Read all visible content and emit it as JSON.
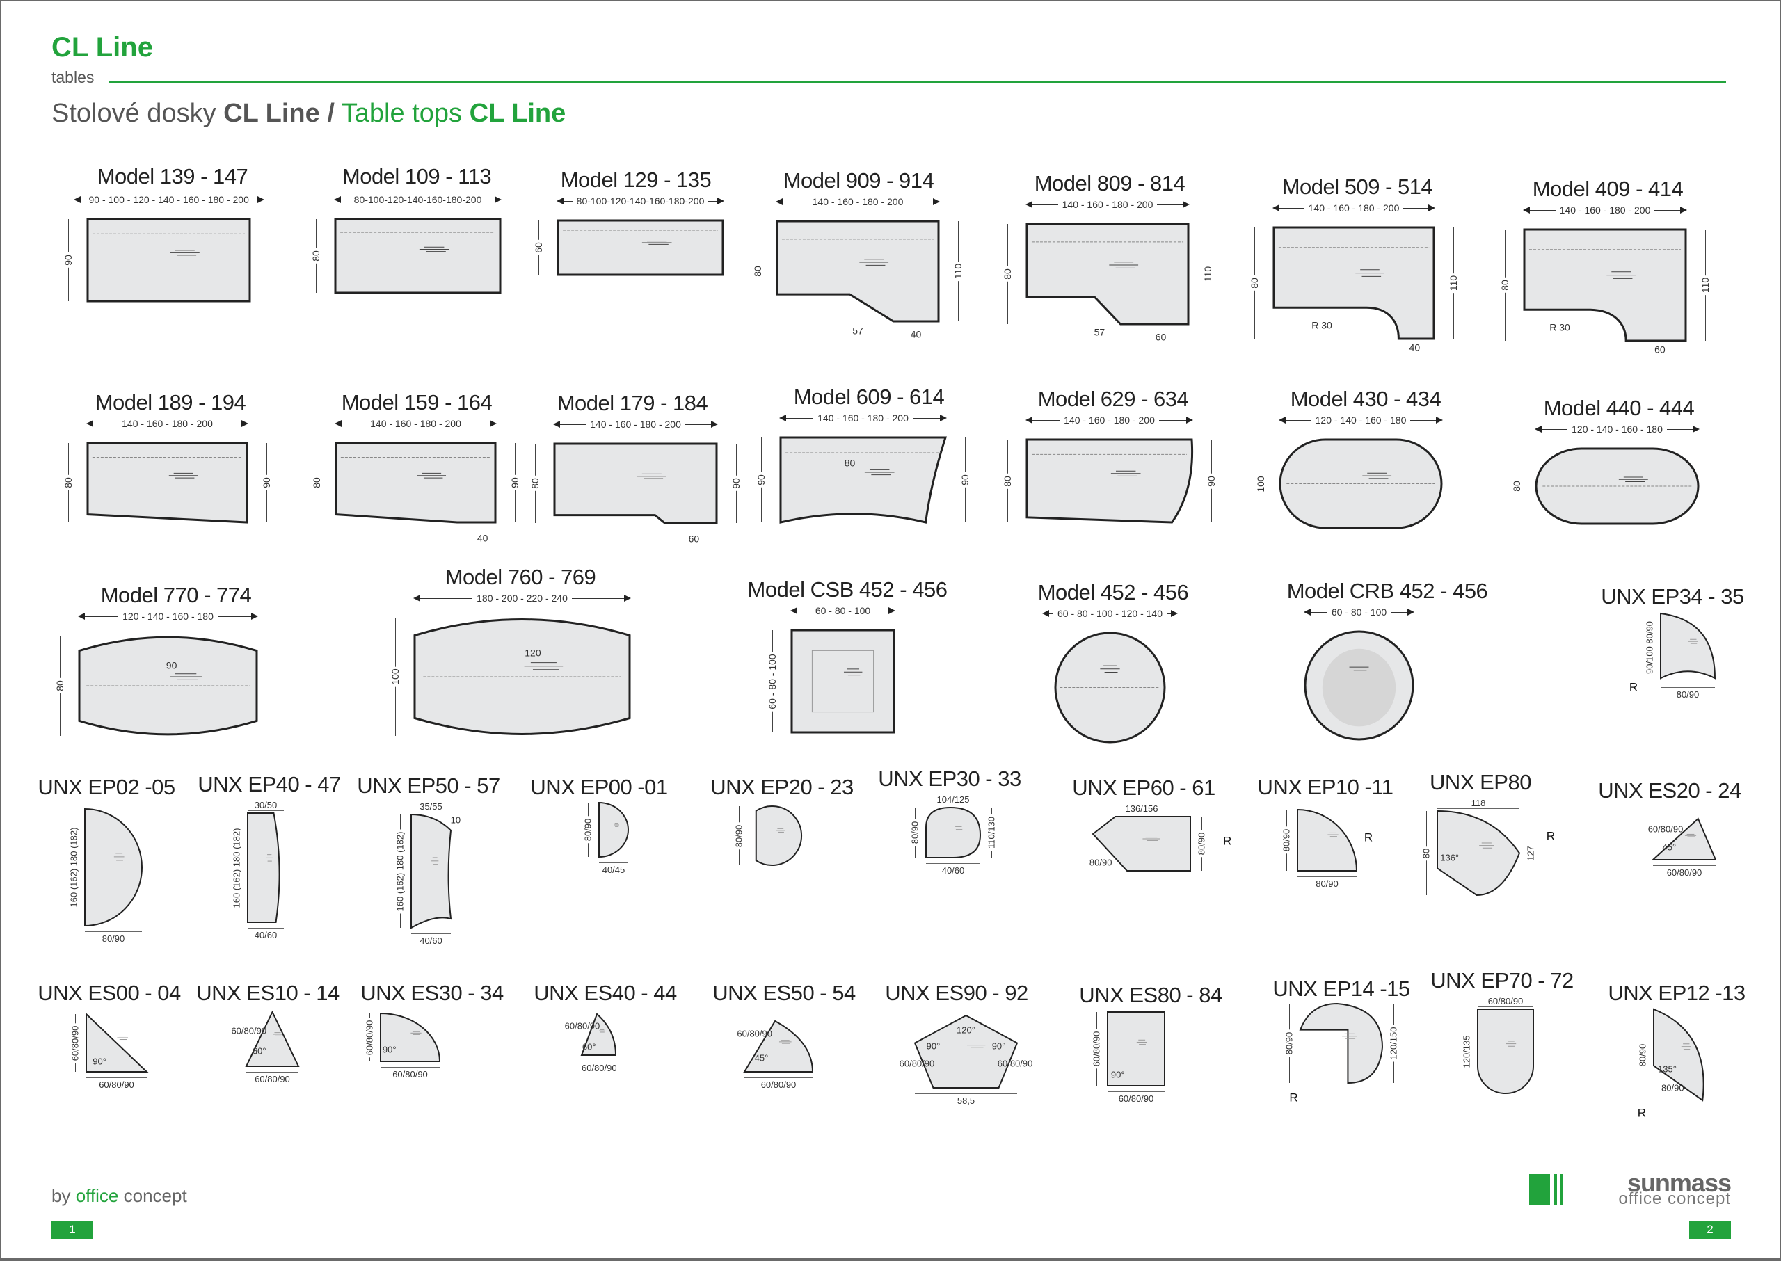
{
  "header": {
    "brand": "CL Line",
    "subtitle": "tables",
    "heading_sk": "Stolové dosky",
    "heading_sk_bold": "CL Line",
    "heading_sep": "/",
    "heading_en": "Table tops",
    "heading_en_bold": "CL Line"
  },
  "colors": {
    "accent": "#22a33c",
    "surface": "#e6e7e8",
    "outline": "#222222"
  },
  "items": [
    {
      "id": "m139",
      "title": "Model 139 - 147",
      "shape": "rect",
      "dims": {
        "top": "90 - 100 - 120 - 140 - 160 - 180 - 200",
        "left": "90"
      }
    },
    {
      "id": "m109",
      "title": "Model 109 - 113",
      "shape": "rect",
      "dims": {
        "top": "80-100-120-140-160-180-200",
        "left": "80"
      }
    },
    {
      "id": "m129",
      "title": "Model 129 - 135",
      "shape": "rect",
      "dims": {
        "top": "80-100-120-140-160-180-200",
        "left": "60"
      }
    },
    {
      "id": "m909",
      "title": "Model 909 - 914",
      "shape": "lcut",
      "dims": {
        "top": "140 - 160 - 180 - 200",
        "left": "80",
        "right": "110"
      },
      "extras": [
        "57",
        "40"
      ]
    },
    {
      "id": "m809",
      "title": "Model 809 - 814",
      "shape": "lcut2",
      "dims": {
        "top": "140 - 160 - 180 - 200",
        "left": "80",
        "right": "110"
      },
      "extras": [
        "57",
        "60"
      ]
    },
    {
      "id": "m509",
      "title": "Model 509 - 514",
      "shape": "lrad",
      "dims": {
        "top": "140 - 160 - 180 - 200",
        "left": "80",
        "right": "110"
      },
      "extras": [
        "R 30",
        "40"
      ]
    },
    {
      "id": "m409",
      "title": "Model 409 - 414",
      "shape": "lrad2",
      "dims": {
        "top": "140 - 160 - 180 - 200",
        "left": "80",
        "right": "110"
      },
      "extras": [
        "R 30",
        "60"
      ]
    },
    {
      "id": "m189",
      "title": "Model 189 - 194",
      "shape": "trap",
      "dims": {
        "top": "140 - 160 - 180 - 200",
        "left": "80",
        "right": "90"
      }
    },
    {
      "id": "m159",
      "title": "Model 159 - 164",
      "shape": "trap2",
      "dims": {
        "top": "140 - 160 - 180 - 200",
        "left": "80",
        "right": "90"
      },
      "extras": [
        "40"
      ]
    },
    {
      "id": "m179",
      "title": "Model 179 - 184",
      "shape": "trap3",
      "dims": {
        "top": "140 - 160 - 180 - 200",
        "left": "80",
        "right": "90"
      },
      "extras": [
        "60"
      ]
    },
    {
      "id": "m609",
      "title": "Model 609 - 614",
      "shape": "wave",
      "dims": {
        "top": "140 - 160 - 180 - 200",
        "left": "90",
        "right": "90"
      },
      "extras": [
        "80"
      ]
    },
    {
      "id": "m629",
      "title": "Model 629 - 634",
      "shape": "wave2",
      "dims": {
        "top": "140 - 160 - 180 - 200",
        "left": "80",
        "right": "90"
      }
    },
    {
      "id": "m430",
      "title": "Model 430 - 434",
      "shape": "pill",
      "dims": {
        "top": "120 - 140 - 160 - 180",
        "left": "100"
      }
    },
    {
      "id": "m440",
      "title": "Model 440 - 444",
      "shape": "pill",
      "dims": {
        "top": "120 - 140 - 160 - 180",
        "left": "80"
      }
    },
    {
      "id": "m770",
      "title": "Model 770 - 774",
      "shape": "barrel",
      "dims": {
        "top": "120 - 140 - 160 - 180",
        "left": "80"
      },
      "extras": [
        "90"
      ]
    },
    {
      "id": "m760",
      "title": "Model 760 - 769",
      "shape": "barrel",
      "dims": {
        "top": "180 - 200 - 220 - 240",
        "left": "100"
      },
      "extras": [
        "120"
      ]
    },
    {
      "id": "mcsb",
      "title": "Model CSB 452 - 456",
      "shape": "square",
      "dims": {
        "top": "60 - 80 - 100",
        "left": "60 - 80 - 100"
      }
    },
    {
      "id": "m452",
      "title": "Model 452 - 456",
      "shape": "circle",
      "dims": {
        "top": "60 - 80 - 100 - 120 - 140"
      }
    },
    {
      "id": "mcrb",
      "title": "Model CRB 452 - 456",
      "shape": "circle2",
      "dims": {
        "top": "60 - 80 - 100"
      }
    },
    {
      "id": "uep34",
      "title": "UNX EP34 - 35",
      "shape": "quarter2",
      "dims": {
        "left": "90/100 80/90",
        "bottom": "80/90"
      },
      "extras": [
        "R"
      ]
    },
    {
      "id": "uep02",
      "title": "UNX EP02 -05",
      "shape": "half",
      "dims": {
        "left": "160 (162) 180 (182)",
        "bottom": "80/90"
      }
    },
    {
      "id": "uep40",
      "title": "UNX EP40 - 47",
      "shape": "bulge",
      "dims": {
        "top": "30/50",
        "left": "160 (162) 180 (182)",
        "bottom": "40/60"
      }
    },
    {
      "id": "uep50",
      "title": "UNX EP50 - 57",
      "shape": "concave",
      "dims": {
        "top": "35/55",
        "left": "160 (162) 180 (182)",
        "bottom": "40/60"
      },
      "extras": [
        "10"
      ]
    },
    {
      "id": "uep00",
      "title": "UNX EP00 -01",
      "shape": "half",
      "dims": {
        "left": "80/90",
        "bottom": "40/45"
      }
    },
    {
      "id": "uep20",
      "title": "UNX EP20 - 23",
      "shape": "dcircle",
      "dims": {
        "left": "80/90"
      }
    },
    {
      "id": "uep30",
      "title": "UNX EP30 - 33",
      "shape": "drop",
      "dims": {
        "top": "104/125",
        "left": "80/90",
        "right": "110/130",
        "bottom": "40/60"
      }
    },
    {
      "id": "uep60",
      "title": "UNX EP60 - 61",
      "shape": "hexcut",
      "dims": {
        "top": "136/156",
        "right": "80/90"
      },
      "extras": [
        "80/90",
        "R"
      ]
    },
    {
      "id": "uep10",
      "title": "UNX EP10 -11",
      "shape": "quarter",
      "dims": {
        "left": "80/90",
        "bottom": "80/90"
      },
      "extras": [
        "R"
      ]
    },
    {
      "id": "uep80",
      "title": "UNX EP80",
      "shape": "fan",
      "dims": {
        "top": "118",
        "left": "80",
        "right": "127"
      },
      "extras": [
        "R",
        "136°"
      ]
    },
    {
      "id": "ues20",
      "title": "UNX ES20 - 24",
      "shape": "tri45",
      "dims": {
        "bottom": "60/80/90"
      },
      "extras": [
        "60/80/90",
        "45°"
      ]
    },
    {
      "id": "ues00",
      "title": "UNX ES00 - 04",
      "shape": "tri90",
      "dims": {
        "left": "60/80/90",
        "bottom": "60/80/90"
      },
      "extras": [
        "90°"
      ]
    },
    {
      "id": "ues10",
      "title": "UNX ES10 - 14",
      "shape": "tri60",
      "dims": {
        "bottom": "60/80/90"
      },
      "extras": [
        "60/80/90",
        "60°"
      ]
    },
    {
      "id": "ues30",
      "title": "UNX ES30 - 34",
      "shape": "quarter",
      "dims": {
        "left": "60/80/90",
        "bottom": "60/80/90"
      },
      "extras": [
        "90°"
      ]
    },
    {
      "id": "ues40",
      "title": "UNX ES40 - 44",
      "shape": "sector",
      "dims": {
        "bottom": "60/80/90"
      },
      "extras": [
        "60/80/90",
        "60°"
      ]
    },
    {
      "id": "ues50",
      "title": "UNX ES50 - 54",
      "shape": "sector",
      "dims": {
        "bottom": "60/80/90"
      },
      "extras": [
        "60/80/90",
        "45°"
      ]
    },
    {
      "id": "ues90",
      "title": "UNX ES90 - 92",
      "shape": "pentagon",
      "dims": {
        "bottom": "58,5"
      },
      "extras": [
        "120°",
        "90°",
        "90°",
        "60/80/90",
        "60/80/90"
      ]
    },
    {
      "id": "ues80",
      "title": "UNX ES80 - 84",
      "shape": "rect",
      "dims": {
        "left": "60/80/90",
        "bottom": "60/80/90"
      },
      "extras": [
        "90°"
      ]
    },
    {
      "id": "uep14",
      "title": "UNX EP14 -15",
      "shape": "notch",
      "dims": {
        "left": "80/90",
        "right": "120/150"
      },
      "extras": [
        "R"
      ]
    },
    {
      "id": "uep70",
      "title": "UNX EP70 - 72",
      "shape": "ushape",
      "dims": {
        "top": "60/80/90",
        "left": "120/135"
      }
    },
    {
      "id": "uep12",
      "title": "UNX EP12 -13",
      "shape": "leaf",
      "dims": {
        "left": "80/90"
      },
      "extras": [
        "135°",
        "80/90",
        "R"
      ]
    }
  ],
  "footer": {
    "by": "by",
    "by_green": "office",
    "by_rest": "concept",
    "page_left": "1",
    "page_right": "2",
    "logo_name": "sunmass",
    "logo_sub": "office concept"
  }
}
